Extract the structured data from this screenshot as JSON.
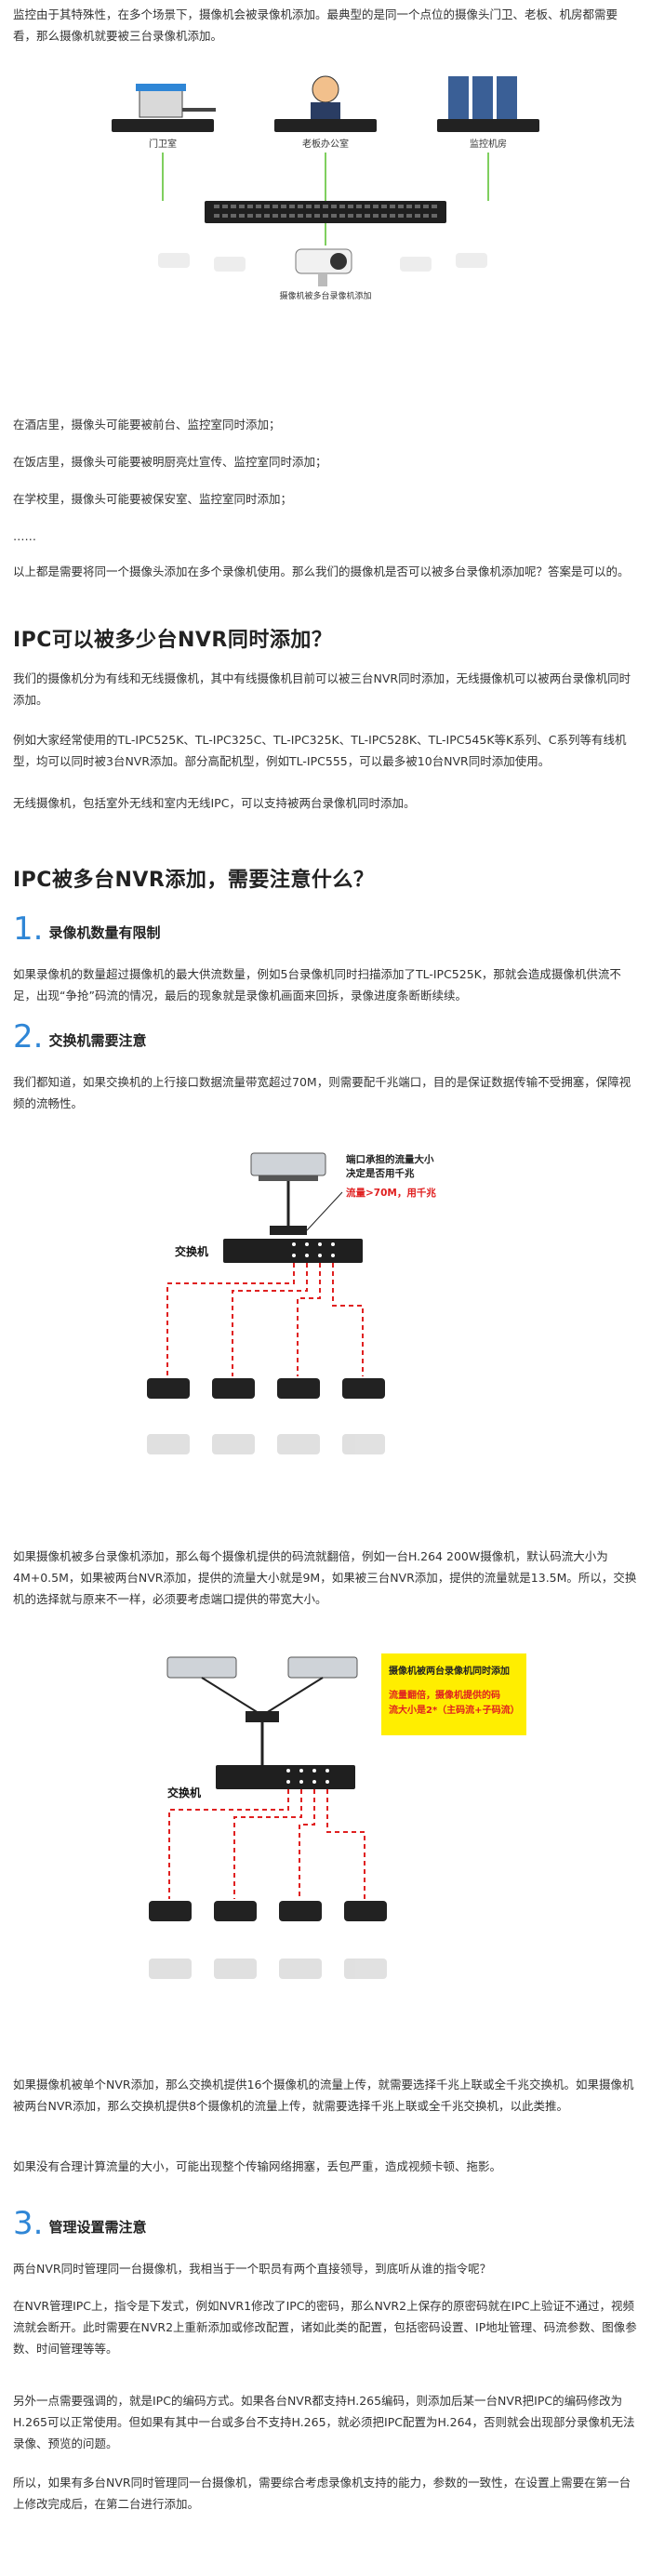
{
  "intro": "监控由于其特殊性，在多个场景下，摄像机会被录像机添加。最典型的是同一个点位的摄像头门卫、老板、机房都需要看，那么摄像机就要被三台录像机添加。",
  "fig1": {
    "labels": [
      "门卫室",
      "老板办公室",
      "监控机房"
    ],
    "camera_caption": "摄像机被多台录像机添加"
  },
  "scenarios": [
    "在酒店里，摄像头可能要被前台、监控室同时添加；",
    "在饭店里，摄像头可能要被明厨亮灶宣传、监控室同时添加；",
    "在学校里，摄像头可能要被保安室、监控室同时添加；",
    "……"
  ],
  "scenario_summary": "以上都是需要将同一个摄像头添加在多个录像机使用。那么我们的摄像机是否可以被多台录像机添加呢？答案是可以的。",
  "h_ipc": "IPC可以被多少台NVR同时添加？",
  "ipc_paras": [
    "我们的摄像机分为有线和无线摄像机，其中有线摄像机目前可以被三台NVR同时添加，无线摄像机可以被两台录像机同时添加。",
    "例如大家经常使用的TL-IPC525K、TL-IPC325C、TL-IPC325K、TL-IPC528K、TL-IPC545K等K系列、C系列等有线机型，均可以同时被3台NVR添加。部分高配机型，例如TL-IPC555，可以最多被10台NVR同时添加使用。",
    "无线摄像机，包括室外无线和室内无线IPC，可以支持被两台录像机同时添加。"
  ],
  "h_notes": "IPC被多台NVR添加，需要注意什么？",
  "sec1": {
    "num": "1.",
    "title": "录像机数量有限制",
    "para": "如果录像机的数量超过摄像机的最大供流数量，例如5台录像机同时扫描添加了TL-IPC525K，那就会造成摄像机供流不足，出现“争抢”码流的情况，最后的现象就是录像机画面来回拆，录像进度条断断续续。"
  },
  "sec2": {
    "num": "2.",
    "title": "交换机需要注意",
    "para1": "我们都知道，如果交换机的上行接口数据流量带宽超过70M，则需要配千兆端口，目的是保证数据传输不受拥塞，保障视频的流畅性。",
    "diagram1": {
      "callout_title": "端口承担的流量大小",
      "callout_title2": "决定是否用千兆",
      "callout_rule": "流量>70M，用千兆",
      "switch_label": "交换机"
    },
    "para2": "如果摄像机被多台录像机添加，那么每个摄像机提供的码流就翻倍，例如一台H.264 200W摄像机，默认码流大小为4M+0.5M，如果被两台NVR添加，提供的流量大小就是9M，如果被三台NVR添加，提供的流量就是13.5M。所以，交换机的选择就与原来不一样，必须要考虑端口提供的带宽大小。",
    "diagram2": {
      "callout_title": "摄像机被两台录像机同时添加",
      "callout_line1": "流量翻倍，摄像机提供的码",
      "callout_line2": "流大小是2*（主码流+子码流）",
      "switch_label": "交换机"
    },
    "para3": "如果摄像机被单个NVR添加，那么交换机提供16个摄像机的流量上传，就需要选择千兆上联或全千兆交换机。如果摄像机被两台NVR添加，那么交换机提供8个摄像机的流量上传，就需要选择千兆上联或全千兆交换机，以此类推。",
    "para4": "如果没有合理计算流量的大小，可能出现整个传输网络拥塞，丢包严重，造成视频卡顿、拖影。"
  },
  "sec3": {
    "num": "3.",
    "title": "管理设置需注意",
    "para1": "两台NVR同时管理同一台摄像机，我相当于一个职员有两个直接领导，到底听从谁的指令呢？",
    "para2": "在NVR管理IPC上，指令是下发式，例如NVR1修改了IPC的密码，那么NVR2上保存的原密码就在IPC上验证不通过，视频流就会断开。此时需要在NVR2上重新添加或修改配置，诸如此类的配置，包括密码设置、IP地址管理、码流参数、图像参数、时间管理等等。",
    "para3": "另外一点需要强调的，就是IPC的编码方式。如果各台NVR都支持H.265编码，则添加后某一台NVR把IPC的编码修改为H.265可以正常使用。但如果有其中一台或多台不支持H.265，就必须把IPC配置为H.264，否则就会出现部分录像机无法录像、预览的问题。",
    "para4": "所以，如果有多台NVR同时管理同一台摄像机，需要综合考虑录像机支持的能力，参数的一致性，在设置上需要在第一台上修改完成后，在第二台进行添加。"
  },
  "colors": {
    "accent": "#2f86d6",
    "red": "#e02020",
    "yellow": "#ffee00"
  }
}
